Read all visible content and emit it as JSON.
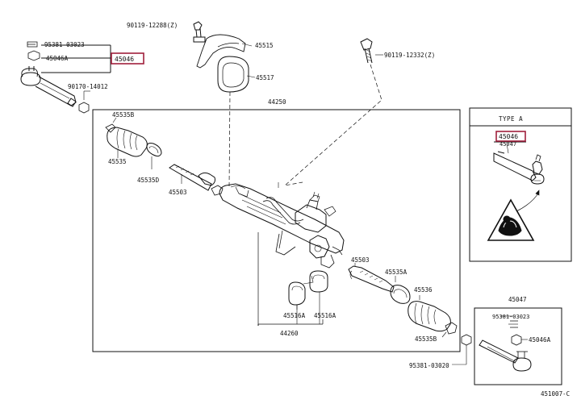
{
  "diagram_code": "451007-C",
  "callouts": {
    "p90119_12288": "90119-12288(Z)",
    "p45515": "45515",
    "p45517": "45517",
    "p90119_12332": "90119-12332(Z)",
    "p95381_03023_top": "95381-03023",
    "p45046A_top": "45046A",
    "p45046_top": "45046",
    "p90170_14012": "90170-14012",
    "p44250": "44250",
    "p45535B_top": "45535B",
    "p45535": "45535",
    "p45535D": "45535D",
    "p45503_left": "45503",
    "p45503_right": "45503",
    "p45535A": "45535A",
    "p45536": "45536",
    "p45516A_left": "45516A",
    "p45516A_right": "45516A",
    "p44260": "44260",
    "p45535B_bottom": "45535B",
    "p95381_03020": "95381-03020",
    "p45047_bottom": "45047",
    "p95381_03023_bottom": "95381-03023",
    "p45046A_bottom": "45046A"
  },
  "type_a": {
    "title": "TYPE A",
    "part_highlight": "45046",
    "part_sub": "45047"
  },
  "colors": {
    "highlight": "#a0203c",
    "line": "#111111"
  }
}
